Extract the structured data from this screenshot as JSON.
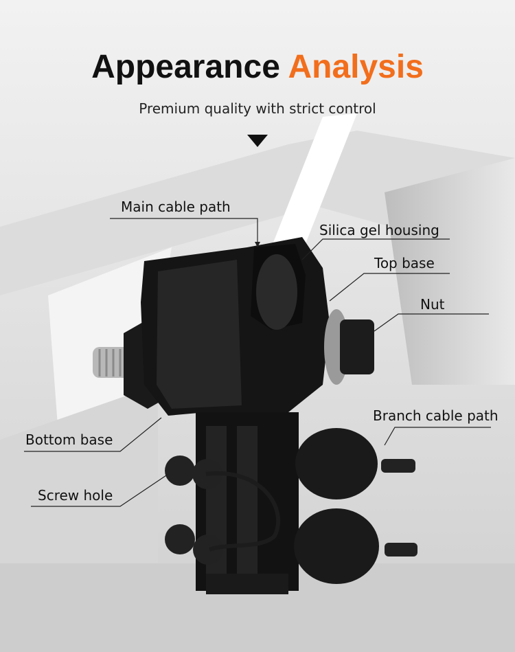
{
  "header": {
    "title_main": "Appearance",
    "title_accent": "Analysis",
    "subtitle": "Premium quality with strict control"
  },
  "labels": {
    "main_cable_path": "Main cable path",
    "silica_gel_housing": "Silica gel housing",
    "top_base": "Top base",
    "nut": "Nut",
    "branch_cable_path": "Branch cable path",
    "bottom_base": "Bottom base",
    "screw_hole": "Screw hole"
  },
  "colors": {
    "accent": "#f26e1c",
    "text": "#111111",
    "background": "#e6e6e6"
  }
}
